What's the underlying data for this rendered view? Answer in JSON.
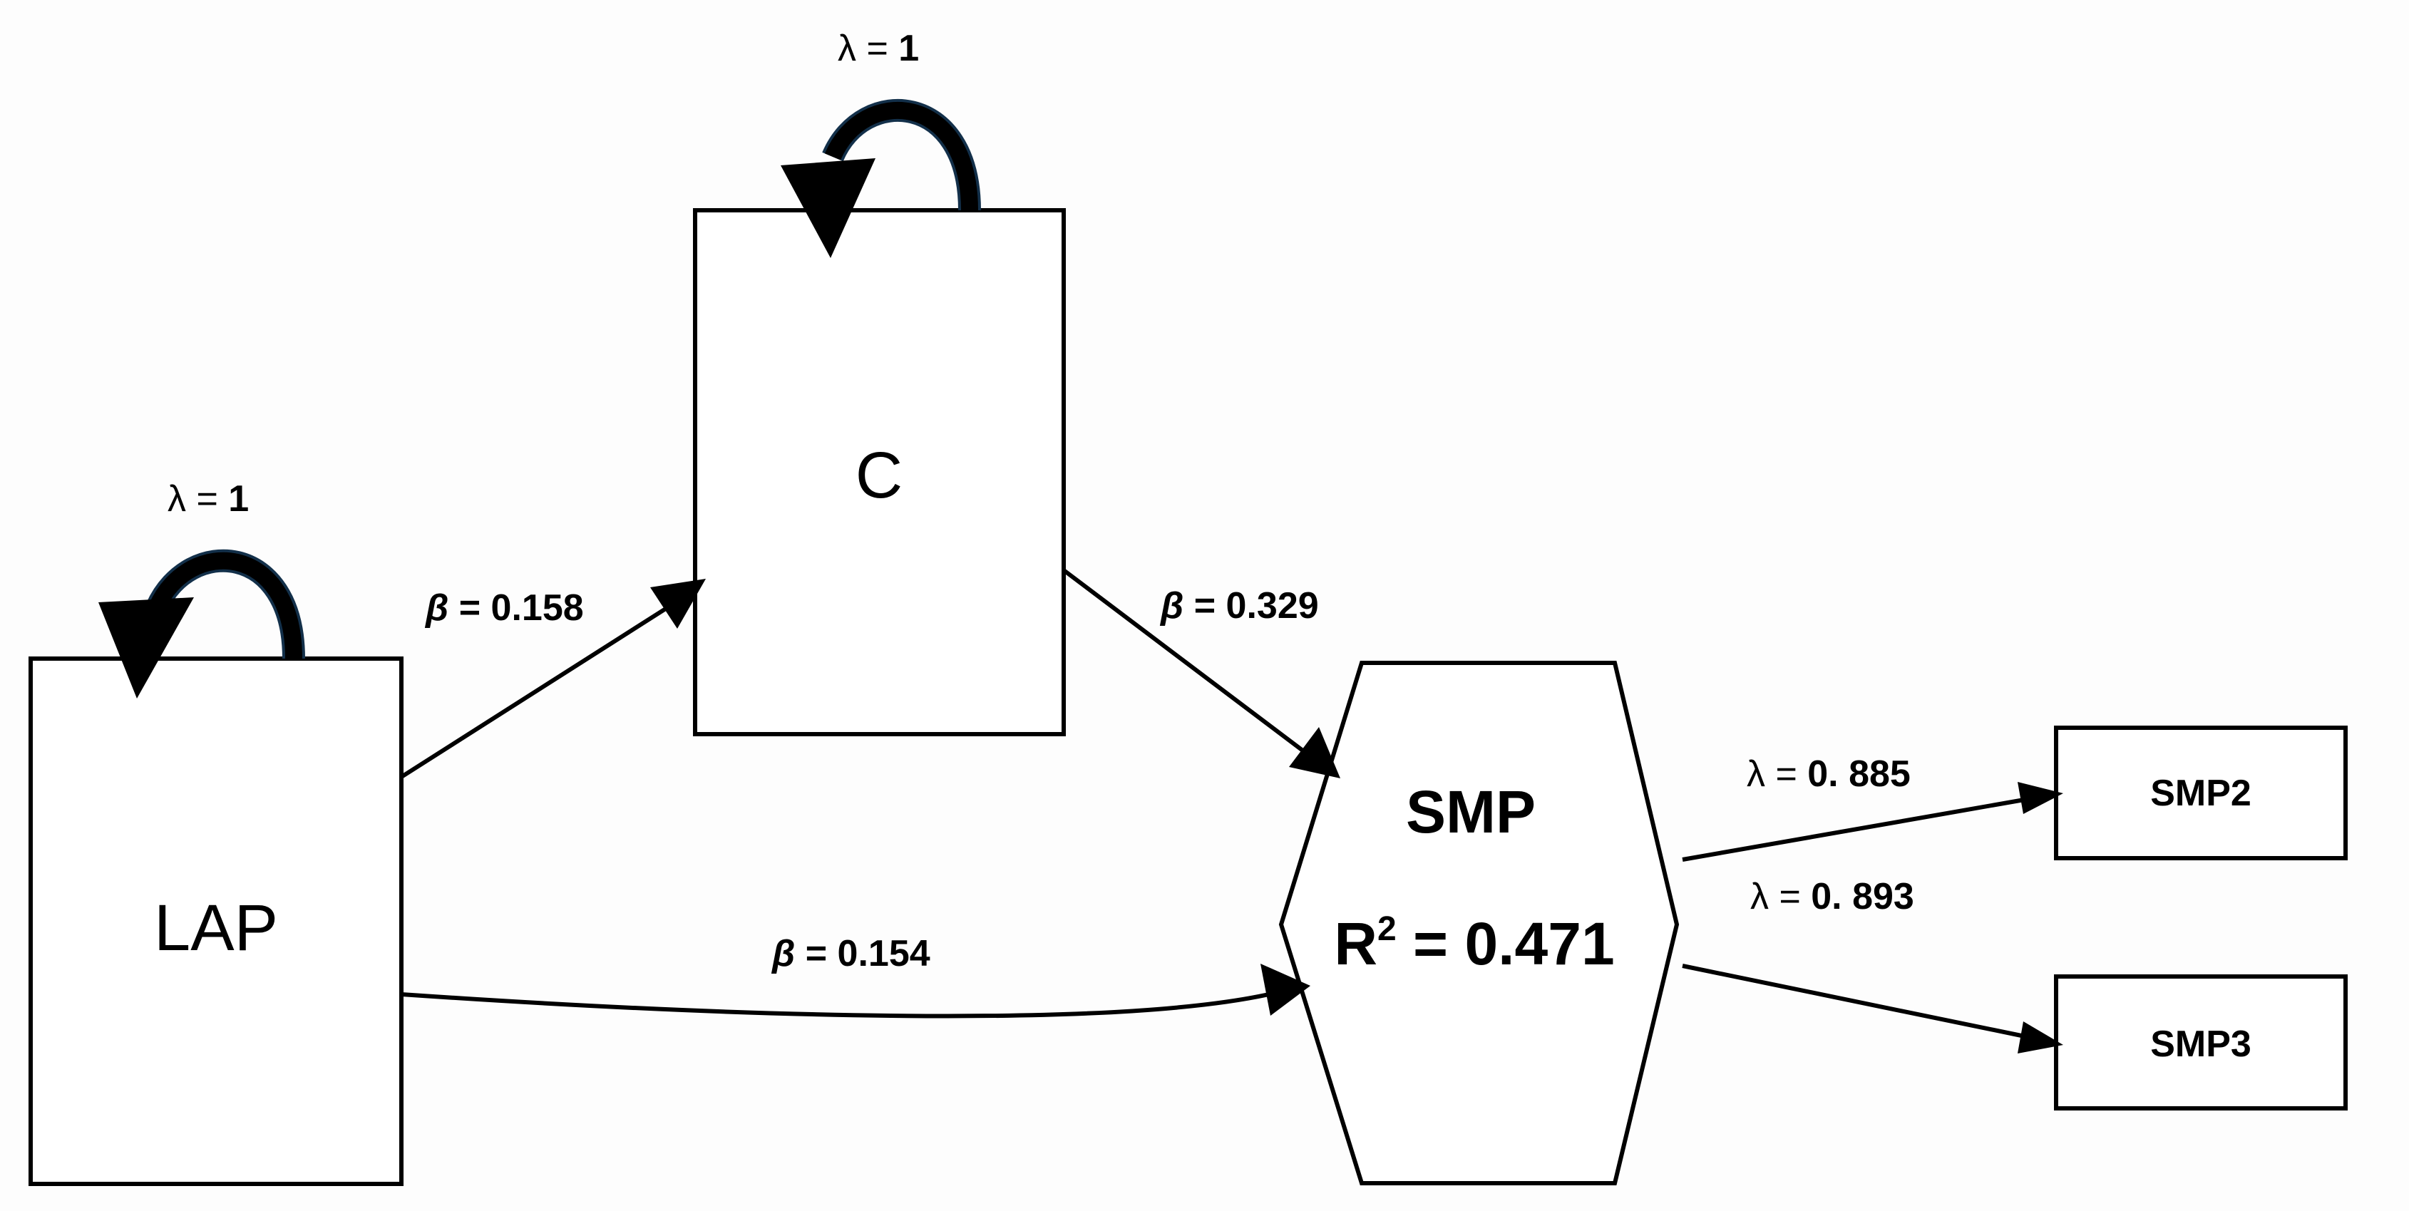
{
  "diagram": {
    "nodes": {
      "lap": {
        "label": "LAP"
      },
      "c": {
        "label": "C"
      },
      "smp": {
        "label": "SMP",
        "r2_label": "R",
        "r2_sup": "2",
        "r2_value": " = 0.471"
      },
      "smp2": {
        "label": "SMP2"
      },
      "smp3": {
        "label": "SMP3"
      }
    },
    "loops": {
      "lap": {
        "symbol": "λ = ",
        "value": "1"
      },
      "c": {
        "symbol": "λ = ",
        "value": "1"
      }
    },
    "edges": {
      "lap_to_c": {
        "symbol": "β",
        "value": " = 0.158"
      },
      "c_to_smp": {
        "symbol": "β",
        "value": " = 0.329"
      },
      "lap_to_smp": {
        "symbol": "β",
        "value": " = 0.154"
      },
      "smp_to_smp2": {
        "symbol": "λ = ",
        "value": "0. 885"
      },
      "smp_to_smp3": {
        "symbol": "λ = ",
        "value": "0. 893"
      }
    }
  }
}
